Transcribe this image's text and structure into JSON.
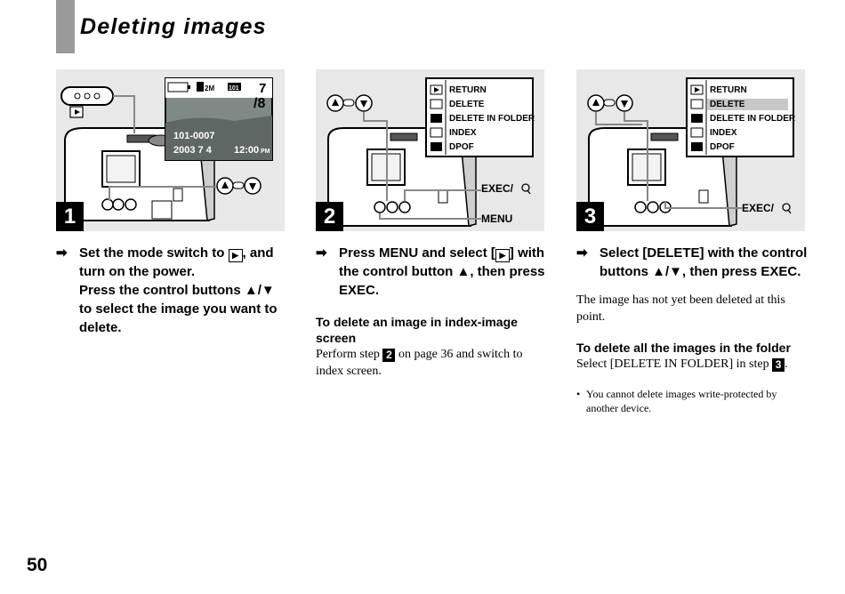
{
  "page": {
    "title": "Deleting images",
    "page_number": "50"
  },
  "panels": [
    {
      "step": "1",
      "lcd": {
        "image_size": "2M",
        "folder": "101",
        "counter_top": "7",
        "counter_bottom": "/8",
        "file_number": "101-0007",
        "date": "2003  7  4",
        "time": "12:00",
        "time_suffix": "PM"
      }
    },
    {
      "step": "2",
      "menu": [
        "RETURN",
        "DELETE",
        "DELETE IN FOLDER",
        "INDEX",
        "DPOF"
      ],
      "labels": {
        "exec": "EXEC/",
        "menu": "MENU"
      }
    },
    {
      "step": "3",
      "menu": [
        "RETURN",
        "DELETE",
        "DELETE IN FOLDER",
        "INDEX",
        "DPOF"
      ],
      "highlighted": "DELETE",
      "labels": {
        "exec": "EXEC/"
      }
    }
  ],
  "col1": {
    "line1_pre": "Set the mode switch to ",
    "line1_post": ", and turn on the power.",
    "line2": "Press the control buttons ▲/▼ to select the image you want to delete."
  },
  "col2": {
    "instr_pre": "Press MENU and select [",
    "instr_post": "] with the control button ▲, then press EXEC.",
    "subhead": "To delete an image in index-image screen",
    "body_pre": "Perform step ",
    "body_step": "2",
    "body_post": " on page 36 and switch to index screen."
  },
  "col3": {
    "instr": "Select [DELETE] with the control buttons ▲/▼, then press EXEC.",
    "body": "The image has not yet been deleted at this point.",
    "subhead": "To delete all the images in the folder",
    "body2_pre": "Select [DELETE IN FOLDER] in step ",
    "body2_step": "3",
    "body2_post": ".",
    "bullet": "You cannot delete images write-protected by another device."
  }
}
